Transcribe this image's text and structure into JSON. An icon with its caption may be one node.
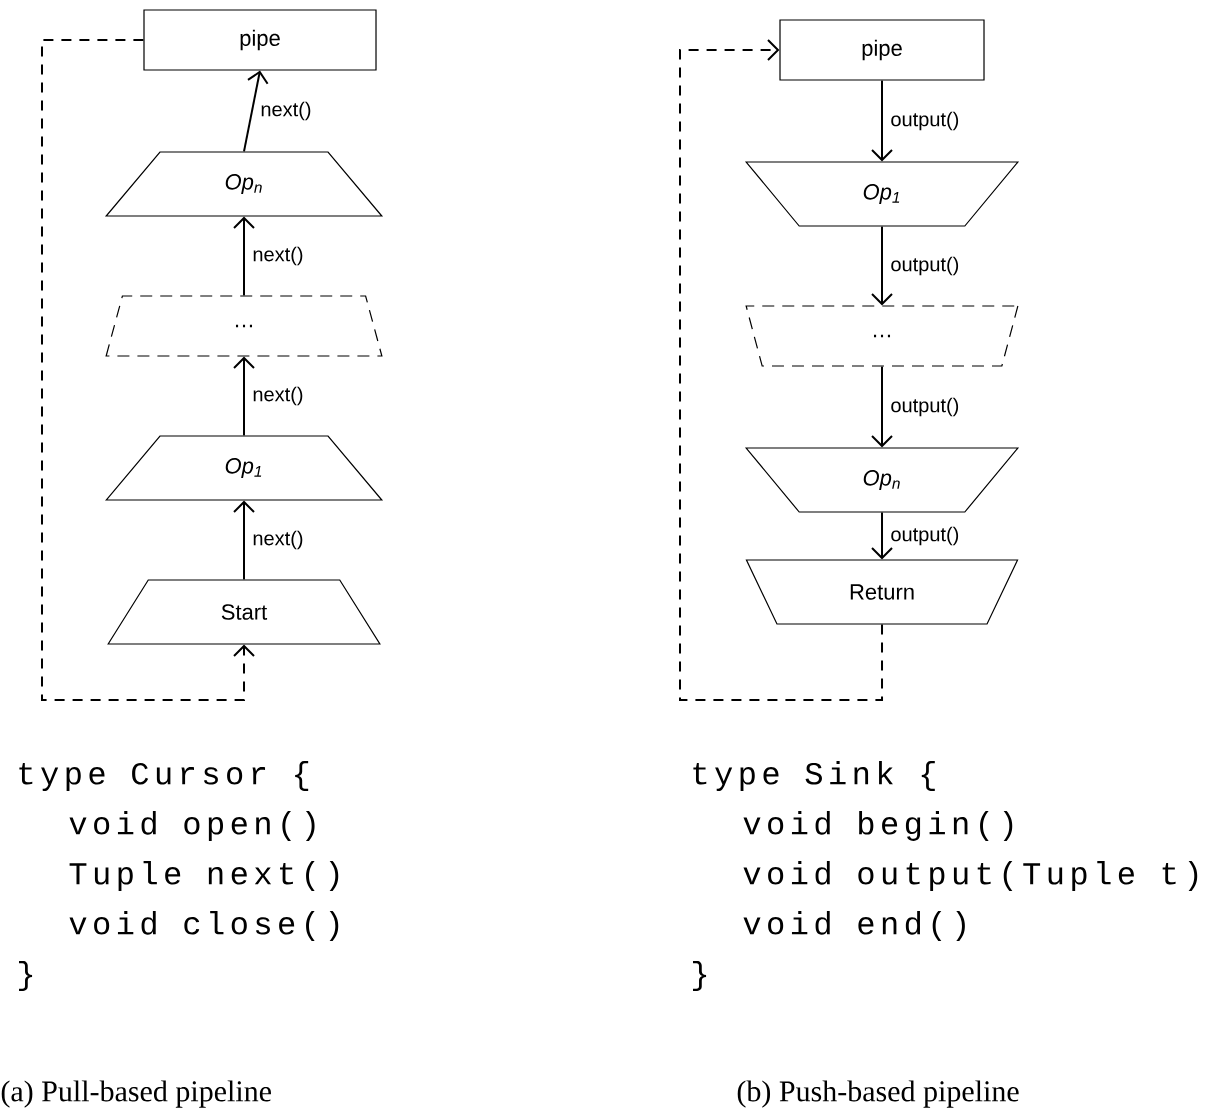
{
  "diagram": {
    "nodes": [
      {
        "text": [
          "pipe"
        ]
      },
      {
        "text": [
          "Op$_{n}$"
        ]
      },
      {
        "text": [
          "…"
        ]
      },
      {
        "text": [
          "Op$_{1}$"
        ]
      },
      {
        "text": [
          "Start"
        ]
      },
      {
        "text": [
          "pipe"
        ]
      },
      {
        "text": [
          "Op$_{1}$"
        ]
      },
      {
        "text": [
          "…"
        ]
      },
      {
        "text": [
          "Op$_{n}$"
        ]
      },
      {
        "text": [
          "Return"
        ]
      }
    ],
    "edges": [
      {
        "from": 4,
        "to": 3,
        "arrow": "to",
        "label": "next()"
      },
      {
        "from": 3,
        "to": 2,
        "arrow": "to",
        "label": "next()"
      },
      {
        "from": 2,
        "to": 1,
        "arrow": "to",
        "label": "next()"
      },
      {
        "from": 1,
        "to": 0,
        "arrow": "to",
        "label": "next()"
      },
      {
        "from": 0,
        "to": 4,
        "arrow": "to",
        "style": "dashed"
      },
      {
        "from": 5,
        "to": 6,
        "arrow": "to",
        "label": "output()"
      },
      {
        "from": 6,
        "to": 7,
        "arrow": "to",
        "label": "output()"
      },
      {
        "from": 7,
        "to": 8,
        "arrow": "to",
        "label": "output()"
      },
      {
        "from": 8,
        "to": 9,
        "arrow": "to",
        "label": "output()"
      },
      {
        "from": 9,
        "to": 5,
        "arrow": "to",
        "style": "dashed"
      }
    ],
    "labels": [
      "type Cursor {",
      "void open()",
      "Tuple next()",
      "void close()",
      "}",
      "type Sink {",
      "void begin()",
      "void output(Tuple t)",
      "void end()",
      "}",
      "(a) Pull-based pipeline",
      "(b) Push-based pipeline"
    ]
  }
}
